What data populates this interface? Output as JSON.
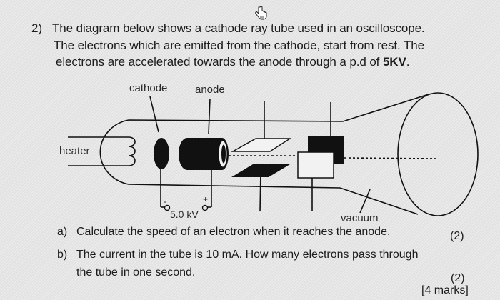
{
  "question": {
    "number": "2)",
    "intro_lines": [
      "The diagram below shows a cathode ray tube used in an oscilloscope.",
      "The electrons which are emitted from the cathode, start from rest. The",
      "electrons are accelerated towards the anode through a p.d of "
    ],
    "pd_value": "5KV",
    "pd_suffix": "."
  },
  "diagram": {
    "labels": {
      "cathode": "cathode",
      "anode": "anode",
      "heater": "heater",
      "supply_voltage": "5.0 kV",
      "negative_terminal": "-",
      "positive_terminal": "+",
      "vacuum": "vacuum"
    },
    "colors": {
      "ink": "#111111",
      "background": "#e6e7e6"
    }
  },
  "parts": [
    {
      "letter": "a)",
      "text": "Calculate the speed of an electron when it reaches the anode.",
      "marks": "(2)"
    },
    {
      "letter": "b)",
      "text": "The current in the tube is 10 mA. How many electrons pass through",
      "text_cont": "the tube in one second.",
      "marks": "(2)"
    }
  ],
  "total_marks": "[4 marks]",
  "cursor_icon": "hand-pointer-icon"
}
